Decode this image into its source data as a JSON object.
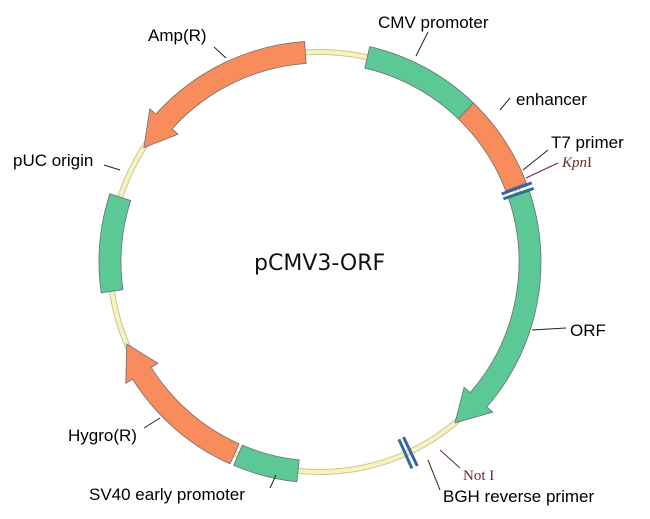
{
  "plasmid": {
    "name": "pCMV3-ORF",
    "colors": {
      "backbone": "#f7f3bf",
      "backbone_edge": "#c8c69a",
      "green": "#5cc896",
      "orange": "#f88c5c",
      "outline": "#6f6f6f",
      "site_mark": "#3b5fa0",
      "site_text": "#6b2a2a"
    },
    "features": [
      {
        "name": "CMV promoter",
        "type": "green",
        "start": 13,
        "end": 44,
        "arrow": "none"
      },
      {
        "name": "enhancer",
        "type": "orange",
        "start": 44,
        "end": 69,
        "arrow": "none"
      },
      {
        "name": "ORF",
        "type": "green",
        "start": 71,
        "end": 140,
        "arrow": "end"
      },
      {
        "name": "SV40 early promoter",
        "type": "green",
        "start": 186,
        "end": 203,
        "arrow": "none"
      },
      {
        "name": "Hygro(R)",
        "type": "orange",
        "start": 204,
        "end": 247,
        "arrow": "end"
      },
      {
        "name": "pUC origin",
        "type": "green",
        "start": 262,
        "end": 288,
        "arrow": "none"
      },
      {
        "name": "Amp(R)",
        "type": "orange",
        "start": 356,
        "end": 303,
        "arrow": "end"
      }
    ],
    "sites": [
      {
        "name": "T7 primer",
        "angle": 69.5
      },
      {
        "name": "KpnI",
        "angle": 70.5
      },
      {
        "name": "Not I",
        "angle": 155
      },
      {
        "name": "BGH reverse primer",
        "angle": 156.5
      }
    ],
    "labels": {
      "cmv": "CMV promoter",
      "enhancer": "enhancer",
      "t7": "T7 primer",
      "kpn_a": "Kpn",
      "kpn_b": "I",
      "orf": "ORF",
      "not": "Not I",
      "bgh": "BGH reverse primer",
      "sv40": "SV40 early promoter",
      "hygro": "Hygro(R)",
      "puc": "pUC origin",
      "amp": "Amp(R)"
    }
  }
}
